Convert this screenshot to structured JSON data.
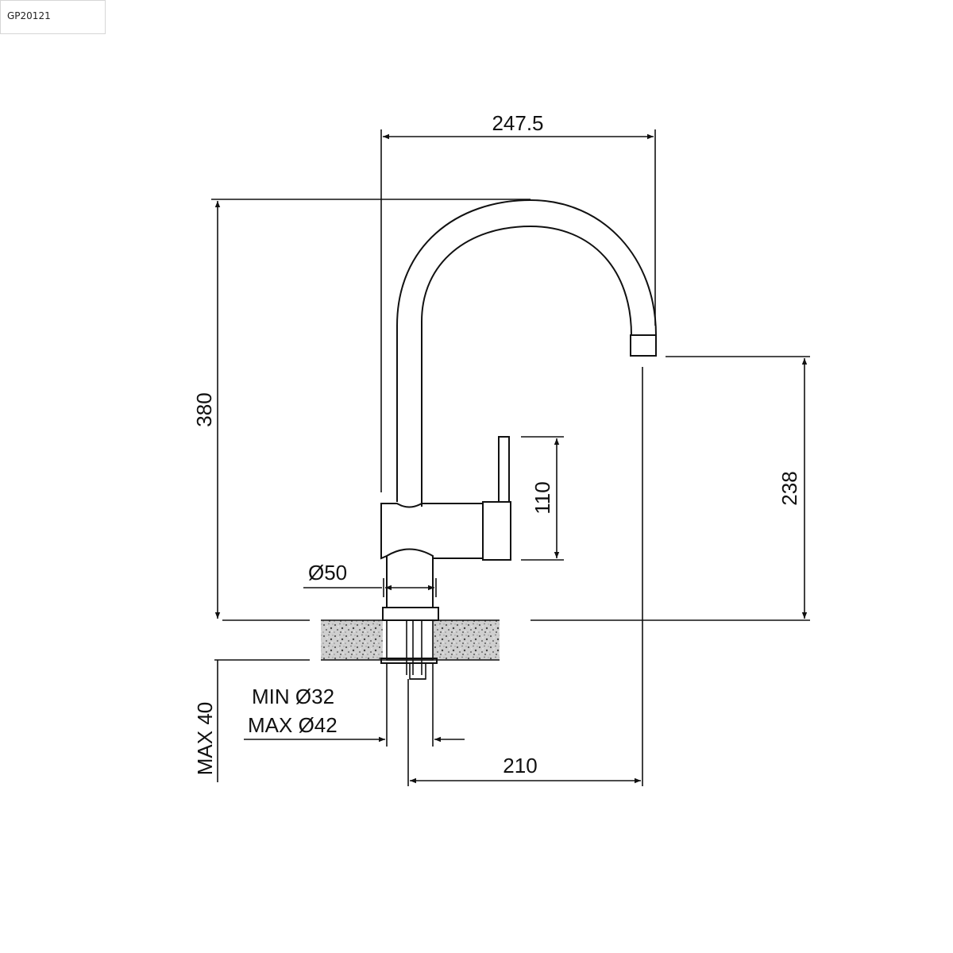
{
  "product_code": "GP20121",
  "dimensions": {
    "spout_reach": "247.5",
    "total_height": "380",
    "spout_height": "238",
    "lever_height": "110",
    "base_diameter": "Ø50",
    "hole_min": "MIN Ø32",
    "hole_max": "MAX Ø42",
    "max_thickness": "MAX 40",
    "spout_projection": "210"
  },
  "colors": {
    "line": "#111111",
    "background": "#ffffff"
  }
}
